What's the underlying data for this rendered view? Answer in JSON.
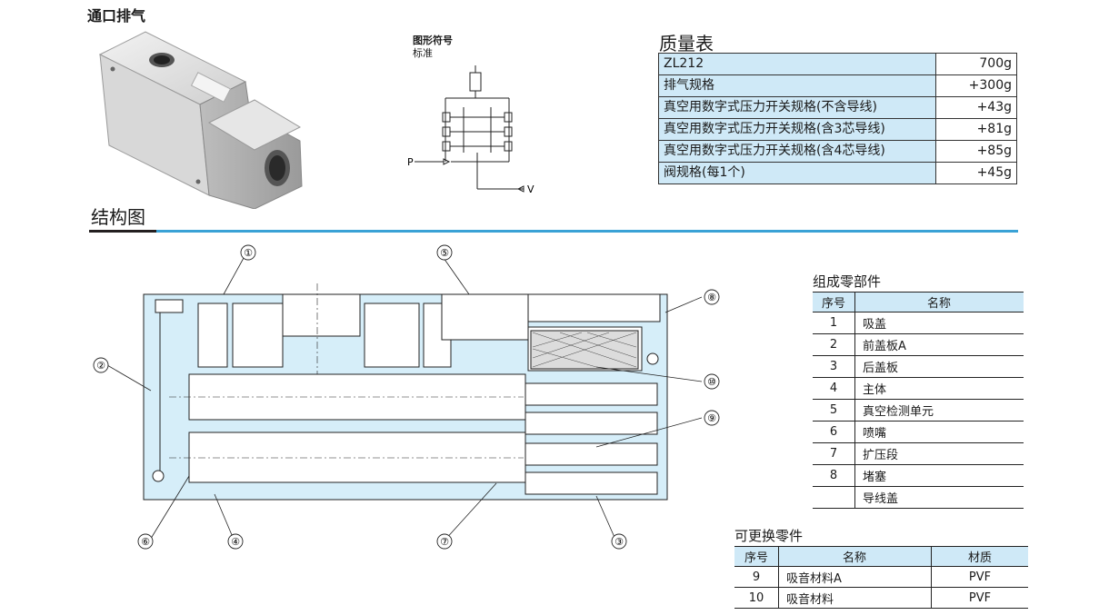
{
  "product": {
    "title": "通口排气"
  },
  "symbol": {
    "title": "图形符号",
    "subtitle": "标准",
    "port_p": "P",
    "port_v": "V"
  },
  "weight_table": {
    "title": "质量表",
    "rows": [
      {
        "name": "ZL212",
        "value": "700g"
      },
      {
        "name": "排气规格",
        "value": "+300g"
      },
      {
        "name": "真空用数字式压力开关规格(不含导线)",
        "value": "+43g"
      },
      {
        "name": "真空用数字式压力开关规格(含3芯导线)",
        "value": "+81g"
      },
      {
        "name": "真空用数字式压力开关规格(含4芯导线)",
        "value": "+85g"
      },
      {
        "name": "阀规格(每1个)",
        "value": "+45g"
      }
    ]
  },
  "structure": {
    "title": "结构图",
    "callouts": [
      "①",
      "②",
      "③",
      "④",
      "⑤",
      "⑥",
      "⑦",
      "⑧",
      "⑨",
      "⑩"
    ]
  },
  "parts_table": {
    "title": "组成零部件",
    "headers": [
      "序号",
      "名称"
    ],
    "rows": [
      {
        "no": "1",
        "name": "吸盖"
      },
      {
        "no": "2",
        "name": "前盖板A"
      },
      {
        "no": "3",
        "name": "后盖板"
      },
      {
        "no": "4",
        "name": "主体"
      },
      {
        "no": "5",
        "name": "真空检测单元"
      },
      {
        "no": "6",
        "name": "喷嘴"
      },
      {
        "no": "7",
        "name": "扩压段"
      },
      {
        "no": "8",
        "name": "堵塞"
      },
      {
        "no": "",
        "name": "导线盖"
      }
    ]
  },
  "replace_table": {
    "title": "可更换零件",
    "headers": [
      "序号",
      "名称",
      "材质"
    ],
    "rows": [
      {
        "no": "9",
        "name": "吸音材料A",
        "material": "PVF"
      },
      {
        "no": "10",
        "name": "吸音材料",
        "material": "PVF"
      }
    ]
  },
  "colors": {
    "accent_blue": "#3aa2d6",
    "table_fill": "#cfe9f7",
    "part_fill": "#d6eef9"
  }
}
